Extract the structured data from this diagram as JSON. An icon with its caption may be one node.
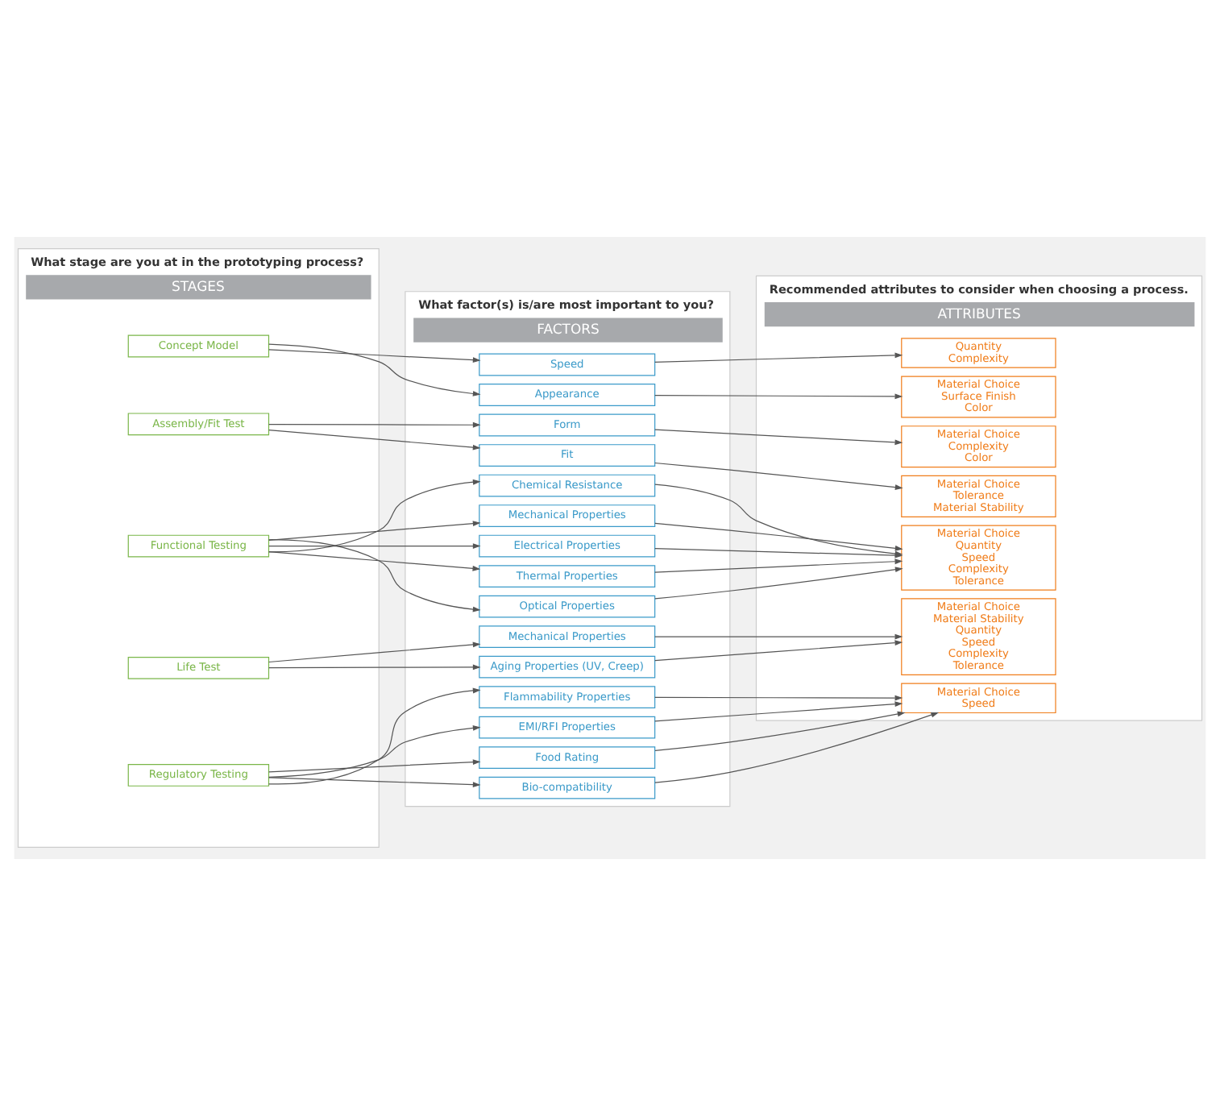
{
  "diagram": {
    "nodes": [
      {
        "text": [
          "What stage are you at in the prototyping process?",
          "STAGES"
        ]
      },
      {
        "text": [
          "Concept Model"
        ],
        "in": 0
      },
      {
        "text": [
          "Assembly/Fit Test"
        ],
        "in": 0
      },
      {
        "text": [
          "Functional Testing"
        ],
        "in": 0
      },
      {
        "text": [
          "Life Test"
        ],
        "in": 0
      },
      {
        "text": [
          "Regulatory Testing"
        ],
        "in": 0
      },
      {
        "text": [
          "What factor(s) is/are most important to you?",
          "FACTORS"
        ]
      },
      {
        "text": [
          "Speed"
        ],
        "in": 6
      },
      {
        "text": [
          "Appearance"
        ],
        "in": 6
      },
      {
        "text": [
          "Form"
        ],
        "in": 6
      },
      {
        "text": [
          "Fit"
        ],
        "in": 6
      },
      {
        "text": [
          "Chemical Resistance"
        ],
        "in": 6
      },
      {
        "text": [
          "Mechanical Properties"
        ],
        "in": 6
      },
      {
        "text": [
          "Electrical Properties"
        ],
        "in": 6
      },
      {
        "text": [
          "Thermal Properties"
        ],
        "in": 6
      },
      {
        "text": [
          "Optical Properties"
        ],
        "in": 6
      },
      {
        "text": [
          "Mechanical Properties"
        ],
        "in": 6
      },
      {
        "text": [
          "Aging Properties (UV, Creep)"
        ],
        "in": 6
      },
      {
        "text": [
          "Flammability Properties"
        ],
        "in": 6
      },
      {
        "text": [
          "EMI/RFI Properties"
        ],
        "in": 6
      },
      {
        "text": [
          "Food Rating"
        ],
        "in": 6
      },
      {
        "text": [
          "Bio-compatibility"
        ],
        "in": 6
      },
      {
        "text": [
          "Recommended attributes to consider when choosing a process.",
          "ATTRIBUTES"
        ]
      },
      {
        "text": [
          "Quantity",
          "Complexity"
        ],
        "in": 22
      },
      {
        "text": [
          "Material Choice",
          "Surface Finish",
          "Color"
        ],
        "in": 22
      },
      {
        "text": [
          "Material Choice",
          "Complexity",
          "Color"
        ],
        "in": 22
      },
      {
        "text": [
          "Material Choice",
          "Tolerance",
          "Material Stability"
        ],
        "in": 22
      },
      {
        "text": [
          "Material Choice",
          "Quantity",
          "Speed",
          "Complexity",
          "Tolerance"
        ],
        "in": 22
      },
      {
        "text": [
          "Material Choice",
          "Material Stability",
          "Quantity",
          "Speed",
          "Complexity",
          "Tolerance"
        ],
        "in": 22
      },
      {
        "text": [
          "Material Choice",
          "Speed"
        ],
        "in": 22
      }
    ],
    "edges": [
      {
        "from": 1,
        "to": 7,
        "arrow": "to"
      },
      {
        "from": 1,
        "to": 8,
        "arrow": "to"
      },
      {
        "from": 2,
        "to": 9,
        "arrow": "to"
      },
      {
        "from": 2,
        "to": 10,
        "arrow": "to"
      },
      {
        "from": 3,
        "to": 11,
        "arrow": "to"
      },
      {
        "from": 3,
        "to": 12,
        "arrow": "to"
      },
      {
        "from": 3,
        "to": 13,
        "arrow": "to"
      },
      {
        "from": 3,
        "to": 14,
        "arrow": "to"
      },
      {
        "from": 3,
        "to": 15,
        "arrow": "to"
      },
      {
        "from": 4,
        "to": 16,
        "arrow": "to"
      },
      {
        "from": 4,
        "to": 17,
        "arrow": "to"
      },
      {
        "from": 5,
        "to": 18,
        "arrow": "to"
      },
      {
        "from": 5,
        "to": 19,
        "arrow": "to"
      },
      {
        "from": 5,
        "to": 20,
        "arrow": "to"
      },
      {
        "from": 5,
        "to": 21,
        "arrow": "to"
      },
      {
        "from": 7,
        "to": 23,
        "arrow": "to"
      },
      {
        "from": 8,
        "to": 24,
        "arrow": "to"
      },
      {
        "from": 9,
        "to": 25,
        "arrow": "to"
      },
      {
        "from": 10,
        "to": 26,
        "arrow": "to"
      },
      {
        "from": 11,
        "to": 27,
        "arrow": "to"
      },
      {
        "from": 12,
        "to": 27,
        "arrow": "to"
      },
      {
        "from": 13,
        "to": 27,
        "arrow": "to"
      },
      {
        "from": 14,
        "to": 27,
        "arrow": "to"
      },
      {
        "from": 15,
        "to": 27,
        "arrow": "to"
      },
      {
        "from": 16,
        "to": 28,
        "arrow": "to"
      },
      {
        "from": 17,
        "to": 28,
        "arrow": "to"
      },
      {
        "from": 18,
        "to": 29,
        "arrow": "to"
      },
      {
        "from": 19,
        "to": 29,
        "arrow": "to"
      },
      {
        "from": 20,
        "to": 29,
        "arrow": "to"
      },
      {
        "from": 21,
        "to": 29,
        "arrow": "to"
      }
    ]
  }
}
